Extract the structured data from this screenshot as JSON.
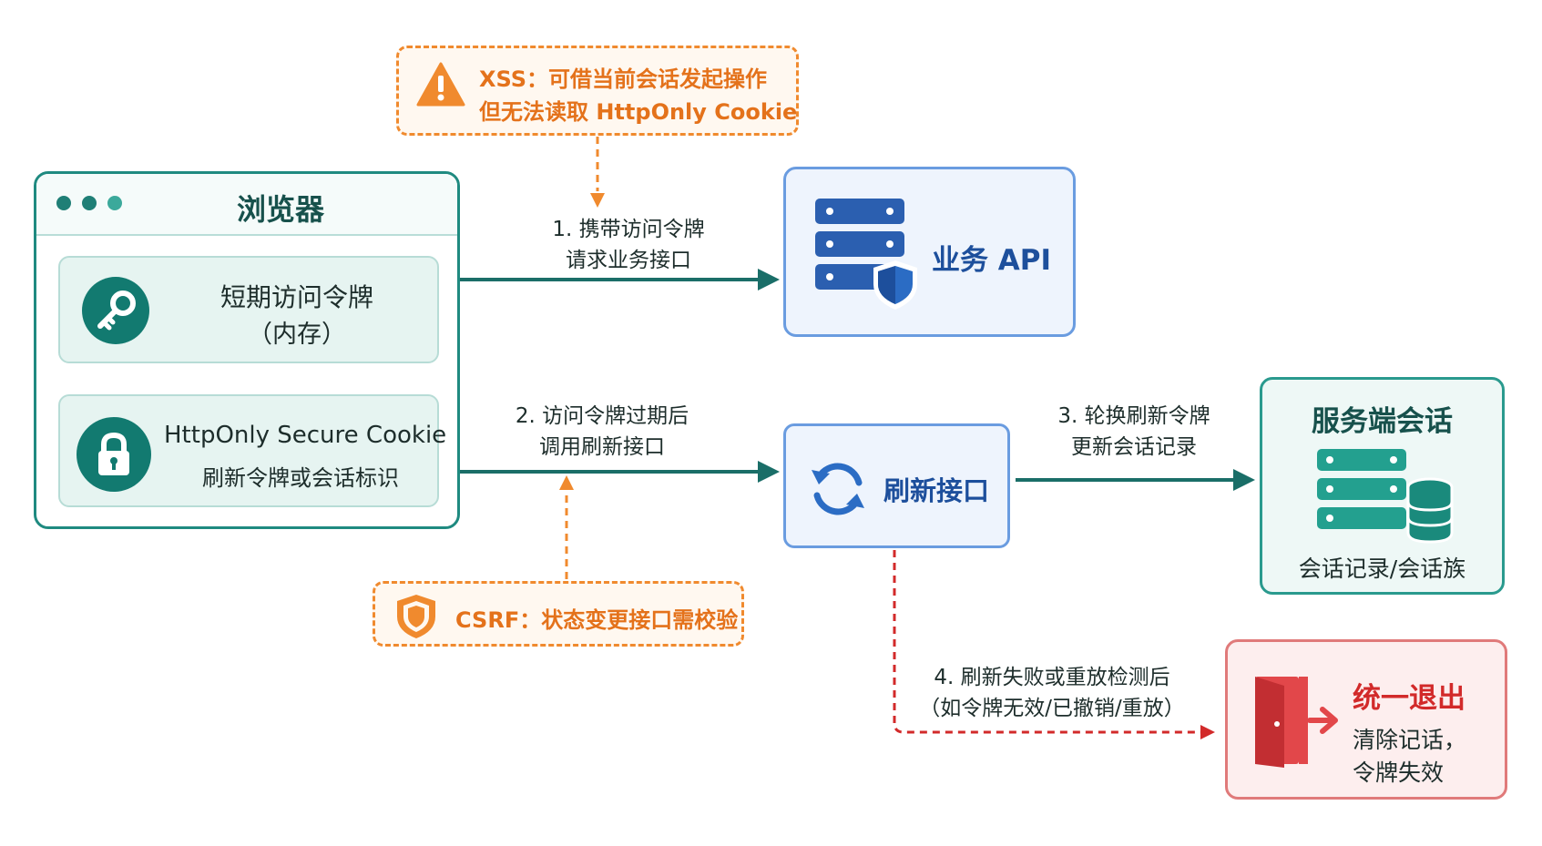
{
  "browser": {
    "title": "浏览器",
    "access_token": {
      "line1": "短期访问令牌",
      "line2": "（内存）",
      "icon": "key-icon"
    },
    "cookie": {
      "line1": "HttpOnly Secure Cookie",
      "line2": "刷新令牌或会话标识",
      "icon": "lock-icon"
    }
  },
  "xss_warning": {
    "line1": "XSS：可借当前会话发起操作",
    "line2": "但无法读取 HttpOnly Cookie",
    "icon": "warning-icon"
  },
  "csrf_warning": {
    "line1": "CSRF：状态变更接口需校验",
    "icon": "shield-icon"
  },
  "business_api": {
    "label": "业务 API",
    "icon": "server-shield-icon"
  },
  "refresh": {
    "label": "刷新接口",
    "icon": "refresh-icon"
  },
  "server_session": {
    "title": "服务端会话",
    "caption": "会话记录/会话族",
    "icon": "server-database-icon"
  },
  "logout": {
    "title": "统一退出",
    "line1": "清除记话，",
    "line2": "令牌失效",
    "icon": "exit-door-icon"
  },
  "flows": {
    "step1": {
      "line1": "1. 携带访问令牌",
      "line2": "请求业务接口"
    },
    "step2": {
      "line1": "2. 访问令牌过期后",
      "line2": "调用刷新接口"
    },
    "step3": {
      "line1": "3. 轮换刷新令牌",
      "line2": "更新会话记录"
    },
    "step4": {
      "line1": "4. 刷新失败或重放检测后",
      "line2": "（如令牌无效/已撤销/重放）"
    }
  },
  "colors": {
    "teal": "#1f8a80",
    "flow_arrow": "#1a6e68",
    "blue": "#1d4f9c",
    "warning_orange": "#f08a2e",
    "danger_red": "#d22a2a"
  }
}
